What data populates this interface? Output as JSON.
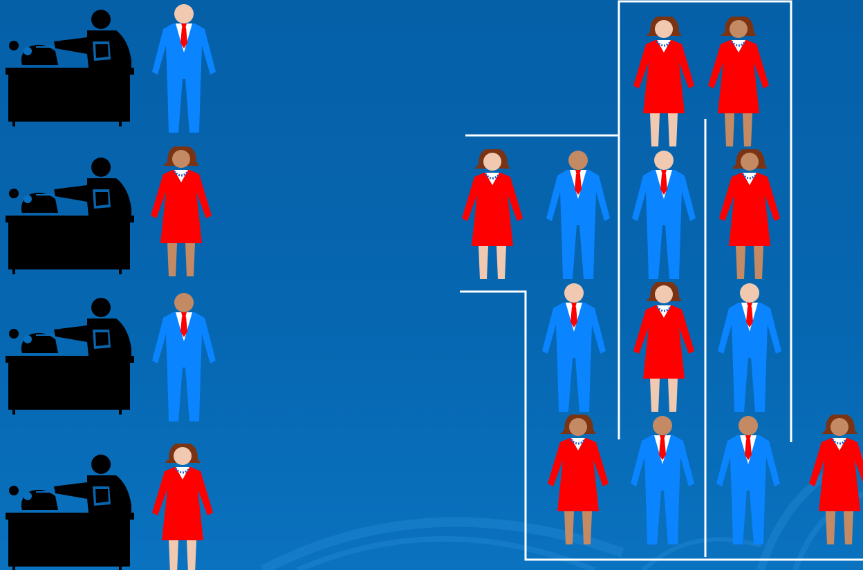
{
  "colors": {
    "background": "#0665ae",
    "man_suit": "#0a84ff",
    "woman_dress": "#ff0000",
    "tie": "#ff0000",
    "skin_light": "#f1c9b0",
    "skin_medium": "#c48a63",
    "hair": "#7a3414",
    "desk": "#000000",
    "queue_line": "#ffffff"
  },
  "service_desks": [
    {
      "icon": "desk-clerk-icon"
    },
    {
      "icon": "desk-clerk-icon"
    },
    {
      "icon": "desk-clerk-icon"
    },
    {
      "icon": "desk-clerk-icon"
    }
  ],
  "customers_being_served": [
    {
      "type": "man",
      "skin": "light"
    },
    {
      "type": "woman",
      "skin": "medium"
    },
    {
      "type": "man",
      "skin": "medium"
    },
    {
      "type": "woman",
      "skin": "light"
    }
  ],
  "queue": [
    {
      "type": "woman",
      "skin": "light"
    },
    {
      "type": "man",
      "skin": "medium"
    },
    {
      "type": "woman",
      "skin": "light"
    },
    {
      "type": "woman",
      "skin": "medium"
    },
    {
      "type": "man",
      "skin": "light"
    },
    {
      "type": "woman",
      "skin": "medium"
    },
    {
      "type": "man",
      "skin": "light"
    },
    {
      "type": "woman",
      "skin": "light"
    },
    {
      "type": "man",
      "skin": "light"
    },
    {
      "type": "woman",
      "skin": "medium"
    },
    {
      "type": "man",
      "skin": "medium"
    },
    {
      "type": "man",
      "skin": "medium"
    },
    {
      "type": "woman",
      "skin": "medium"
    }
  ]
}
